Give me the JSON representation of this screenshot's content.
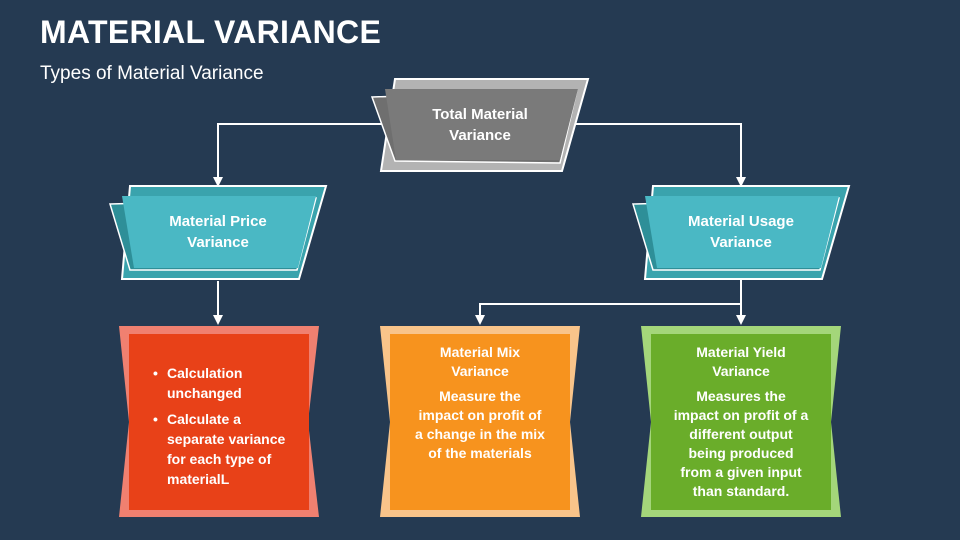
{
  "header": {
    "title": "MATERIAL VARIANCE",
    "subtitle": "Types of Material Variance"
  },
  "nodes": {
    "total": "Total Material Variance",
    "price": "Material Price Variance",
    "usage": "Material Usage Variance"
  },
  "cards": {
    "price_detail": {
      "bullets": [
        "Calculation unchanged",
        "Calculate a separate variance for each type of materialL"
      ]
    },
    "mix": {
      "title": "Material Mix Variance",
      "body": "Measure the impact on profit of a change in the mix of the materials"
    },
    "yield": {
      "title": "Material Yield Variance",
      "body": "Measures the impact on profit of a different output being produced from a given input than standard."
    }
  },
  "colors": {
    "background": "#253a52",
    "total": "#7a7a7a",
    "teal": "#4ab8c4",
    "red": "#e84118",
    "orange": "#f7931e",
    "green": "#6aad2a"
  }
}
